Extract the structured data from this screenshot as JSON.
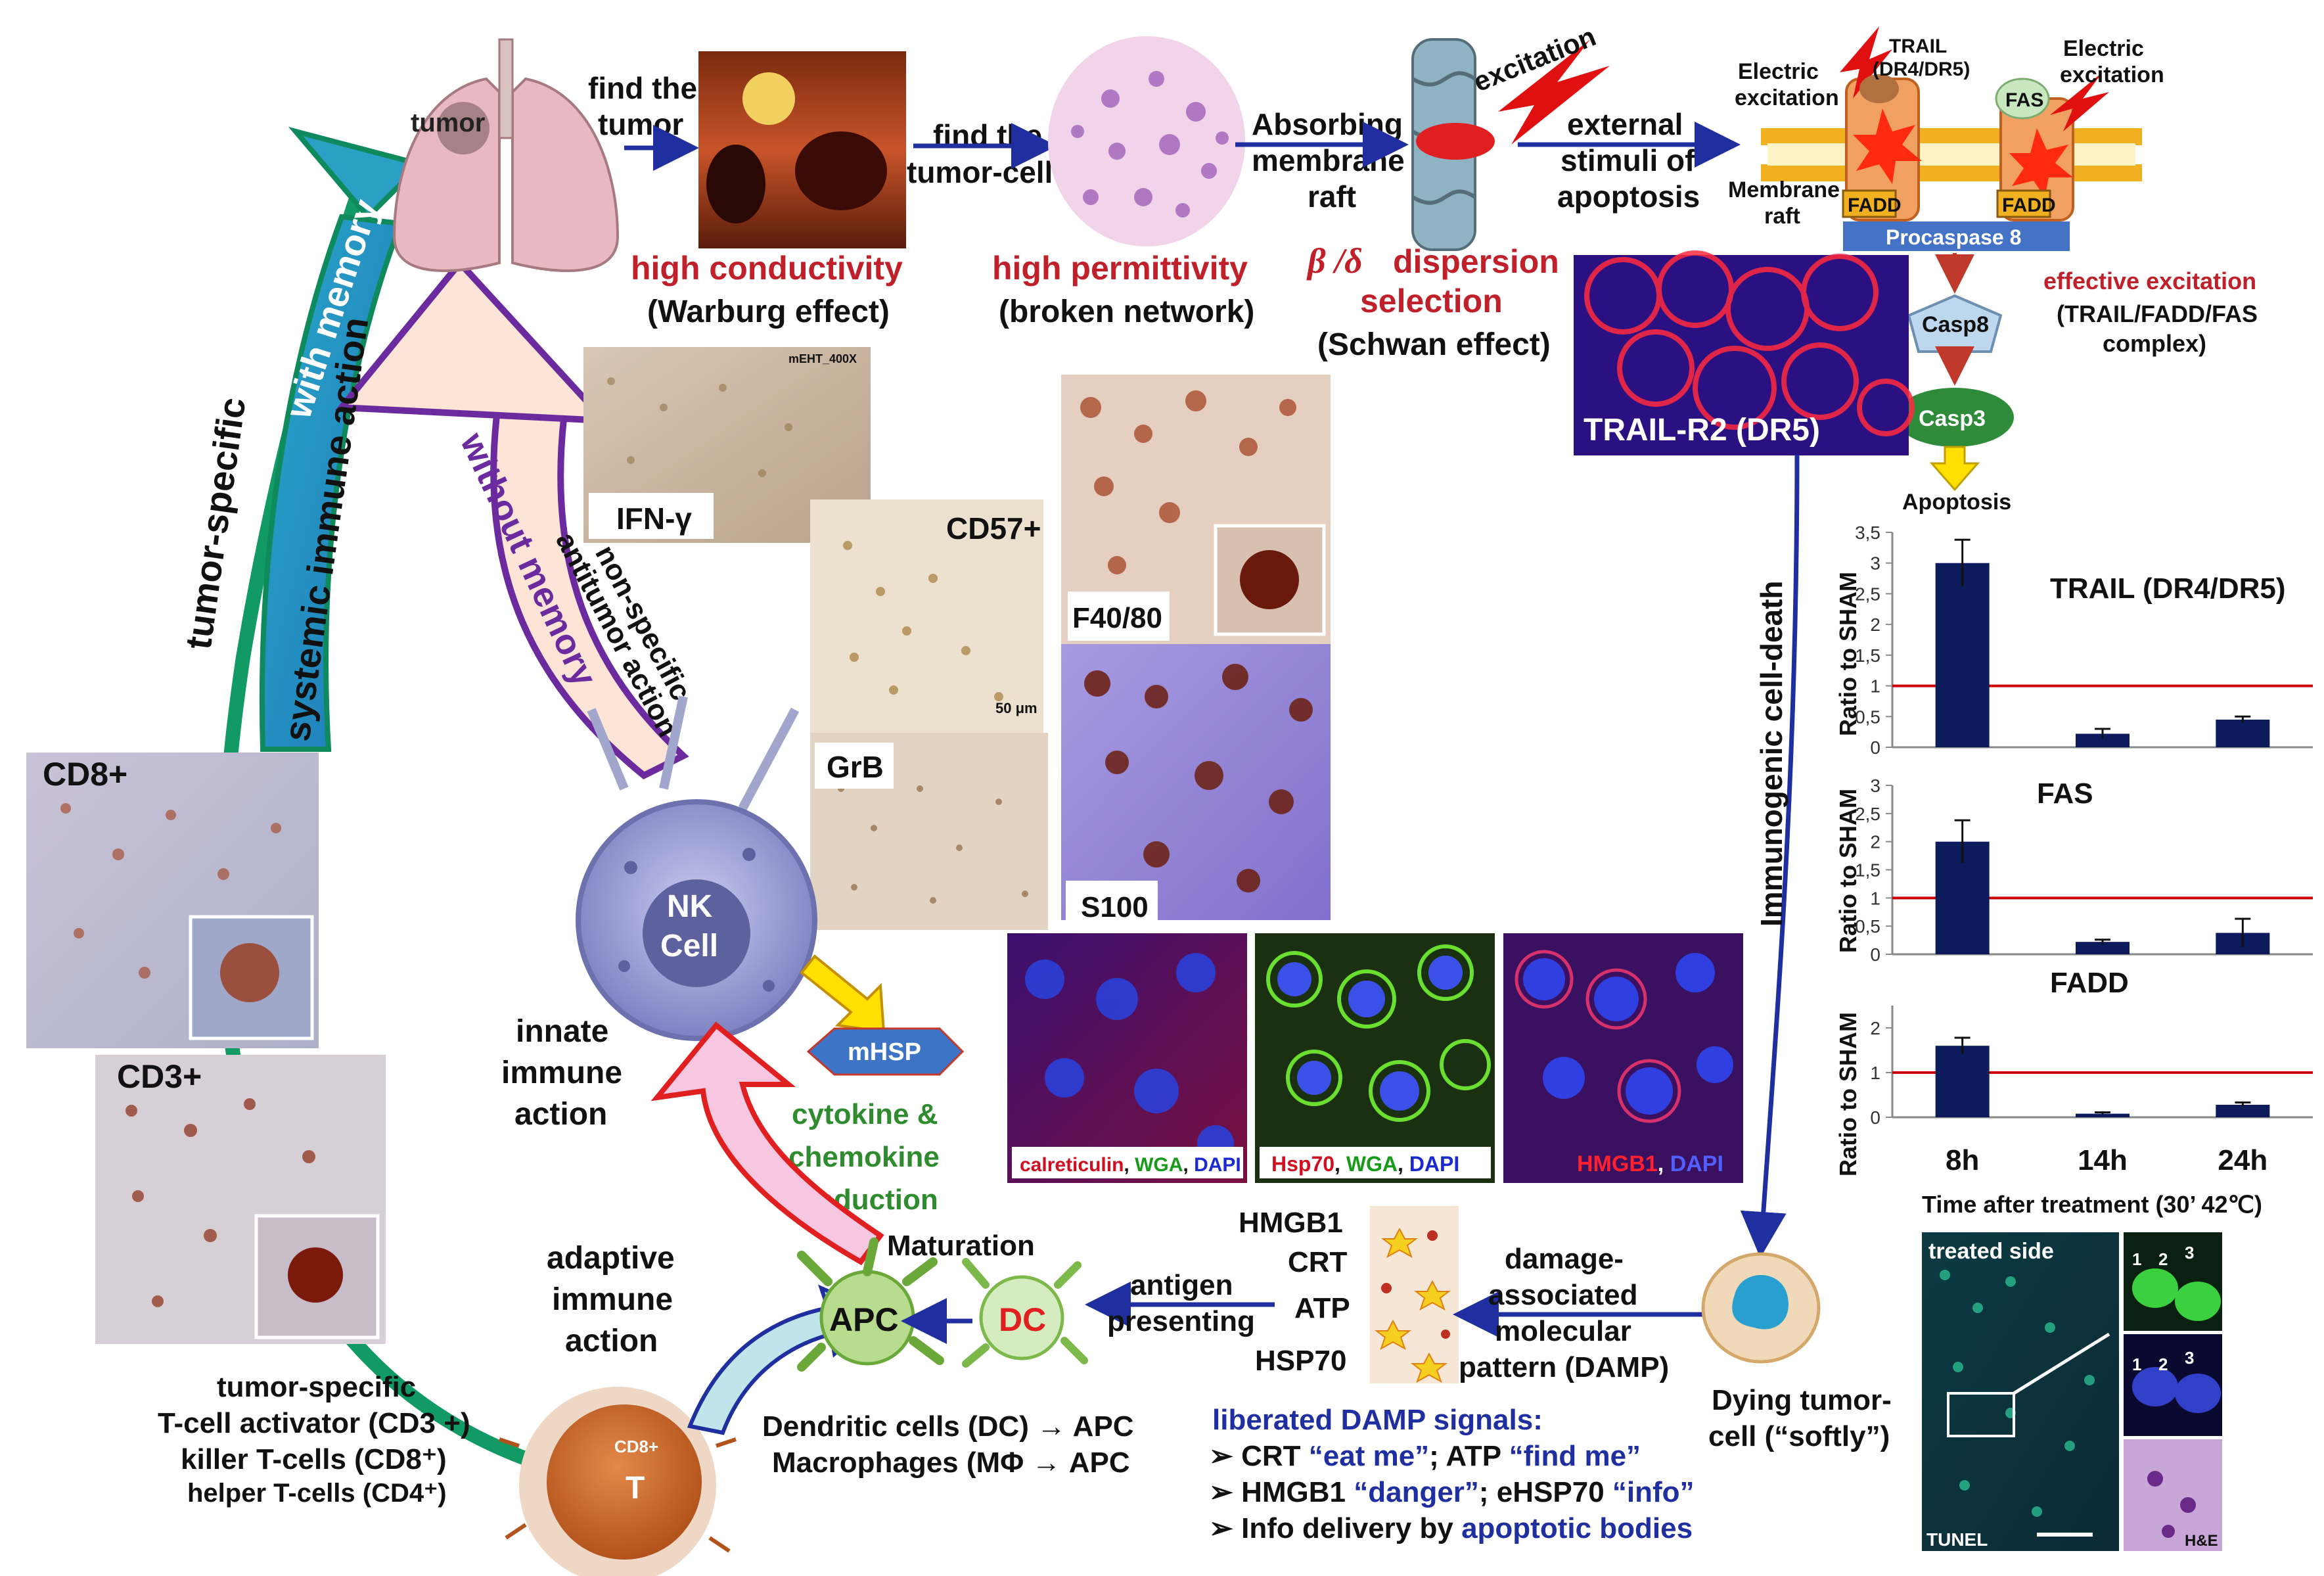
{
  "flow": {
    "tumor": "tumor",
    "find_tumor": [
      "find the",
      "tumor"
    ],
    "find_cell": [
      "find the",
      "tumor-cell"
    ],
    "absorbing": [
      "Absorbing",
      "membrane",
      "raft"
    ],
    "excitation": "excitation",
    "external": [
      "external",
      "stimuli of",
      "apoptosis"
    ],
    "high_conductivity": "high conductivity",
    "warburg": "(Warburg effect)",
    "high_permittivity": "high permittivity",
    "broken_network": "(broken network)",
    "dispersion_greek": "β /δ",
    "dispersion": "dispersion",
    "selection": "selection",
    "schwan": "(Schwan effect)"
  },
  "membrane": {
    "electric_left": [
      "Electric",
      "excitation"
    ],
    "trail": [
      "TRAIL",
      "(DR4/DR5)"
    ],
    "electric_right": [
      "Electric",
      "excitation"
    ],
    "fas": "FAS",
    "raft": [
      "Membrane",
      "raft"
    ],
    "fadd": "FADD",
    "procaspase": "Procaspase 8",
    "casp8": "Casp8",
    "casp3": "Casp3",
    "apoptosis": "Apoptosis",
    "effective": "effective excitation",
    "complex": [
      "(TRAIL/FADD/FAS",
      "complex)"
    ],
    "trail_r2": "TRAIL-R2 (DR5)"
  },
  "left_arc": {
    "tumor_specific": "tumor-specific",
    "with_memory": "with memory",
    "systemic": "systemic immune action",
    "without_memory": "without memory",
    "nonspecific": [
      "non-specific",
      "antitumor action"
    ]
  },
  "panels": {
    "ifn": "IFN-γ",
    "ifn_tag": "mEHT_400X",
    "cd57": "CD57+",
    "scale": "50 μm",
    "grb": "GrB",
    "f4080": "F40/80",
    "s100": "S100",
    "cd8": "CD8+",
    "cd3": "CD3+"
  },
  "immune": {
    "nk": [
      "NK",
      "Cell"
    ],
    "innate": [
      "innate",
      "immune",
      "action"
    ],
    "mhsp": "mHSP",
    "cytokine": [
      "cytokine &",
      "chemokine",
      "production"
    ],
    "maturation": "Maturation",
    "apc": "APC",
    "dc": "DC",
    "antigen": [
      "antigen",
      "presenting"
    ],
    "adaptive": [
      "adaptive",
      "immune",
      "action"
    ],
    "t_cell": [
      "CD8+",
      "T"
    ],
    "tumor_specific_lines": [
      "tumor-specific",
      "T-cell activator (CD3 +)",
      "killer T-cells (CD8⁺)",
      "helper T-cells (CD4⁺)"
    ],
    "dc_line": "Dendritic cells (DC) → APC",
    "mac_line": "Macrophages (MΦ → APC"
  },
  "damp": {
    "labels": [
      "HMGB1",
      "CRT",
      "ATP",
      "HSP70"
    ],
    "damage": [
      "damage-",
      "associated",
      "molecular",
      "pattern (DAMP)"
    ],
    "liberated": "liberated DAMP signals:",
    "row1": [
      "➢ CRT ",
      "“eat me”",
      ";  ATP  ",
      "“find me”"
    ],
    "row2": [
      "➢ HMGB1 ",
      "“danger”",
      "; eHSP70  ",
      "“info”"
    ],
    "row3": [
      "➢ Info delivery by ",
      "apoptotic bodies"
    ],
    "dying": [
      "Dying tumor-",
      "cell (“softly”)"
    ],
    "icd": "Immunogenic cell-death"
  },
  "fluoro": {
    "p1": [
      "calreticulin",
      ", ",
      "WGA",
      ", ",
      "DAPI"
    ],
    "p2": [
      "Hsp70",
      ", ",
      "WGA",
      ", ",
      "DAPI"
    ],
    "p3": [
      "HMGB1",
      ", ",
      "DAPI"
    ]
  },
  "tunel": {
    "treated": "treated side",
    "label": "TUNEL",
    "he": "H&E",
    "nums": [
      "1",
      "2",
      "3"
    ]
  },
  "chart_data": [
    {
      "type": "bar",
      "title": "TRAIL (DR4/DR5)",
      "ylabel": "Ratio to SHAM",
      "categories": [
        "8h",
        "14h",
        "24h"
      ],
      "values": [
        3.0,
        0.22,
        0.45
      ],
      "errors": [
        0.38,
        0.08,
        0.05
      ],
      "ylim": [
        0,
        3.5
      ],
      "ticks": [
        "0",
        "0,5",
        "1",
        "1,5",
        "2",
        "2,5",
        "3",
        "3,5"
      ],
      "reference_line": 1,
      "bar_color": "#0d1a5c",
      "line_color": "#cc0000"
    },
    {
      "type": "bar",
      "title": "FAS",
      "ylabel": "Ratio to SHAM",
      "categories": [
        "8h",
        "14h",
        "24h"
      ],
      "values": [
        2.0,
        0.22,
        0.38
      ],
      "errors": [
        0.38,
        0.04,
        0.25
      ],
      "ylim": [
        0,
        3
      ],
      "ticks": [
        "0",
        "0,5",
        "1",
        "1,5",
        "2",
        "2,5",
        "3"
      ],
      "reference_line": 1,
      "bar_color": "#0d1a5c",
      "line_color": "#cc0000"
    },
    {
      "type": "bar",
      "title": "FADD",
      "ylabel": "Ratio to SHAM",
      "categories": [
        "8h",
        "14h",
        "24h"
      ],
      "values": [
        1.6,
        0.08,
        0.28
      ],
      "errors": [
        0.18,
        0.03,
        0.05
      ],
      "ylim": [
        0,
        2.5
      ],
      "ticks": [
        "0",
        "1",
        "2"
      ],
      "reference_line": 1,
      "bar_color": "#0d1a5c",
      "line_color": "#cc0000",
      "xlabel": "Time after treatment (30’ 42℃)"
    }
  ]
}
